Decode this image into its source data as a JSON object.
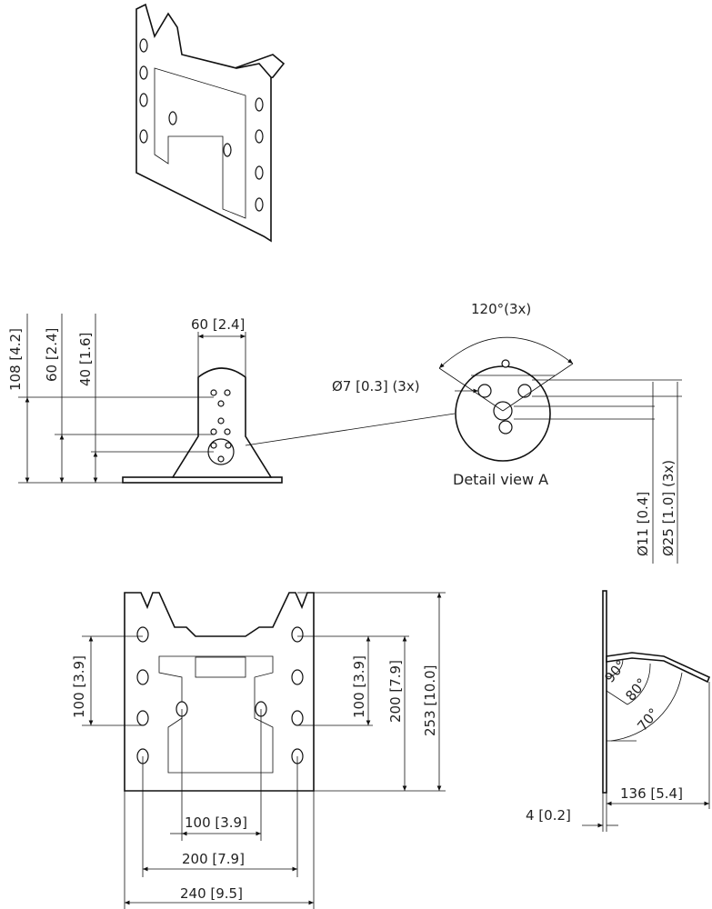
{
  "views": {
    "side": {
      "d_width": "60 [2.4]",
      "d_h108": "108 [4.2]",
      "d_h60": "60 [2.4]",
      "d_h40": "40 [1.6]"
    },
    "detail": {
      "title": "Detail view A",
      "angle": "120°(3x)",
      "hole": "Ø7 [0.3] (3x)",
      "d11": "Ø11 [0.4]",
      "d25": "Ø25 [1.0] (3x)"
    },
    "front": {
      "d_left100": "100 [3.9]",
      "d_right100": "100 [3.9]",
      "d_200v": "200 [7.9]",
      "d_253": "253 [10.0]",
      "d_100h": "100 [3.9]",
      "d_200h": "200 [7.9]",
      "d_240": "240 [9.5]"
    },
    "profile": {
      "a90": "90°",
      "a80": "80°",
      "a70": "70°",
      "d_136": "136 [5.4]",
      "d_4": "4 [0.2]"
    }
  }
}
